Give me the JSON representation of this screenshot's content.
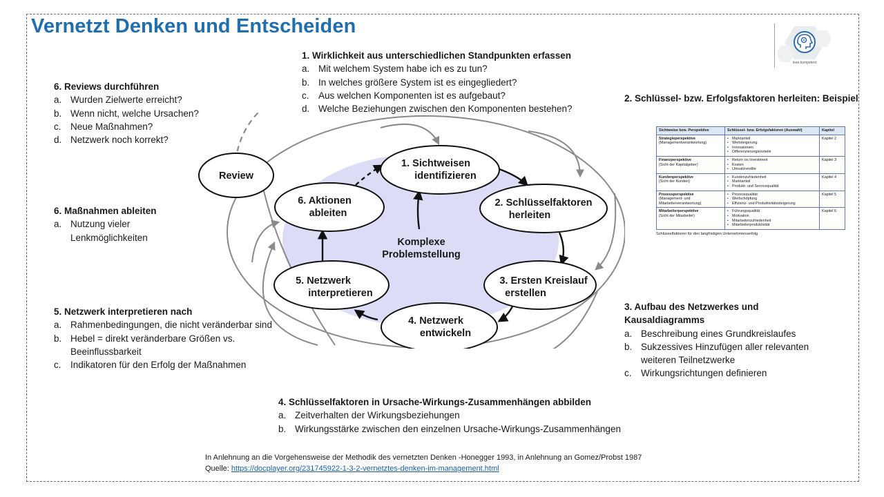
{
  "title": "Vernetzt Denken und Entscheiden",
  "logo": {
    "icon": "head-gear-icon",
    "caption": "lean.kompetent"
  },
  "step1": {
    "heading": "1. Wirklichkeit aus unterschiedlichen Standpunkten erfassen",
    "items": [
      {
        "marker": "a.",
        "text": "Mit welchem System habe ich es zu tun?"
      },
      {
        "marker": "b.",
        "text": "In welches größere System ist es eingegliedert?"
      },
      {
        "marker": "c.",
        "text": "Aus welchen Komponenten  ist es aufgebaut?"
      },
      {
        "marker": "d.",
        "text": "Welche Beziehungen zwischen den Komponenten  bestehen?"
      }
    ]
  },
  "step6_reviews": {
    "heading": "6. Reviews durchführen",
    "items": [
      {
        "marker": "a.",
        "text": "Wurden Zielwerte erreicht?"
      },
      {
        "marker": "b.",
        "text": "Wenn nicht, welche Ursachen?"
      },
      {
        "marker": "c.",
        "text": "Neue Maßnahmen?"
      },
      {
        "marker": "d.",
        "text": "Netzwerk  noch korrekt?"
      }
    ]
  },
  "step6_measures": {
    "heading": "6. Maßnahmen ableiten",
    "item_marker": "a.",
    "item_line1": "Nutzung vieler",
    "item_line2": "Lenkmöglichkeiten"
  },
  "step5": {
    "heading": "5. Netzwerk interpretieren nach",
    "a_marker": "a.",
    "a_text": "Rahmenbedingungen, die nicht veränderbar sind",
    "b_marker": "b.",
    "b_line1": "Hebel = direkt veränderbare Größen vs.",
    "b_line2": "Beeinflussbarkeit",
    "c_marker": "c.",
    "c_text": "Indikatoren  für den Erfolg der Maßnahmen"
  },
  "step2": {
    "heading": "2. Schlüssel- bzw. Erfolgsfaktoren herleiten: Beispiel"
  },
  "step3": {
    "heading_line1": "3. Aufbau des Netzwerkes und",
    "heading_line2": "Kausaldiagramms",
    "a_marker": "a.",
    "a_text": "Beschreibung eines Grundkreislaufes",
    "b_marker": "b.",
    "b_line1": "Sukzessives Hinzufügen aller relevanten",
    "b_line2": "weiteren Teilnetzwerke",
    "c_marker": "c.",
    "c_text": "Wirkungsrichtungen definieren"
  },
  "step4": {
    "heading": "4. Schlüsselfaktoren in Ursache-Wirkungs-Zusammenhängen abbilden",
    "items": [
      {
        "marker": "a.",
        "text": "Zeitverhalten der Wirkungsbeziehungen"
      },
      {
        "marker": "b.",
        "text": "Wirkungsstärke  zwischen den einzelnen Ursache-Wirkungs-Zusammenhängen"
      }
    ]
  },
  "cycle": {
    "center_line1": "Komplexe",
    "center_line2": "Problemstellung",
    "review": "Review",
    "n1_line1": "1. Sichtweisen",
    "n1_line2": "identifizieren",
    "n2_line1": "2. Schlüsselfaktoren",
    "n2_line2": "herleiten",
    "n3_line1": "3. Ersten Kreislauf",
    "n3_line2": "erstellen",
    "n4_line1": "4. Netzwerk",
    "n4_line2": "entwickeln",
    "n5_line1": "5. Netzwerk",
    "n5_line2": "interpretieren",
    "n6_line1": "6. Aktionen",
    "n6_line2": "ableiten",
    "fill_color": "#dcdcf6"
  },
  "table": {
    "headers": [
      "Sichtweise bzw. Perspektive",
      "Schlüssel- bzw. Erfolgsfaktoren (Auswahl)",
      "Kapitel"
    ],
    "rows": [
      {
        "p": "Strategieperspektive",
        "s": "(Managementverantwortung)",
        "factors": [
          "Marktanteil",
          "Wertsteigerung",
          "Innovationen",
          "Differenzierungsvorteile"
        ],
        "k": "Kapitel 2"
      },
      {
        "p": "Finanzperspektive",
        "s": "(Sicht der Kapitalgeber)",
        "factors": [
          "Return on Investment",
          "Kosten",
          "Umsatzrendite"
        ],
        "k": "Kapitel 3"
      },
      {
        "p": "Kundenperspektive",
        "s": "(Sicht der Kunden)",
        "factors": [
          "Kundenzufriedenheit",
          "Marktanteil",
          "Produkt- und Servicequalität"
        ],
        "k": "Kapitel 4"
      },
      {
        "p": "Prozessperspektive",
        "s": "(Management- und Mitarbeiterverantwortung)",
        "factors": [
          "Prozessqualität",
          "Wertschöpfung",
          "Effizienz- und Produktivitätssteigerung"
        ],
        "k": "Kapitel 5"
      },
      {
        "p": "Mitarbeiterperspektive",
        "s": "(Sicht der Mitarbeiter)",
        "factors": [
          "Führungsqualität",
          "Motivation",
          "Mitarbeiterzufriedenheit",
          "Mitarbeiterproduktivität"
        ],
        "k": "Kapitel 6"
      }
    ],
    "caption": "Schlüsselfaktoren für den langfristigen Unternehmenserfolg",
    "border_color": "#5b78b0",
    "header_bg": "#dfe6f3"
  },
  "footer": {
    "line1": "In Anlehnung an die Vorgehensweise der Methodik des vernetzten  Denken -Honegger  1993, in Anlehnung an Gomez/Probst 1987",
    "source_label": "Quelle: ",
    "source_link": "https://docplayer.org/231745922-1-3-2-vernetztes-denken-im-management.html"
  },
  "colors": {
    "title": "#1f6fb0",
    "link": "#1a5fa8",
    "arrow_gray": "#8a8a8a"
  }
}
